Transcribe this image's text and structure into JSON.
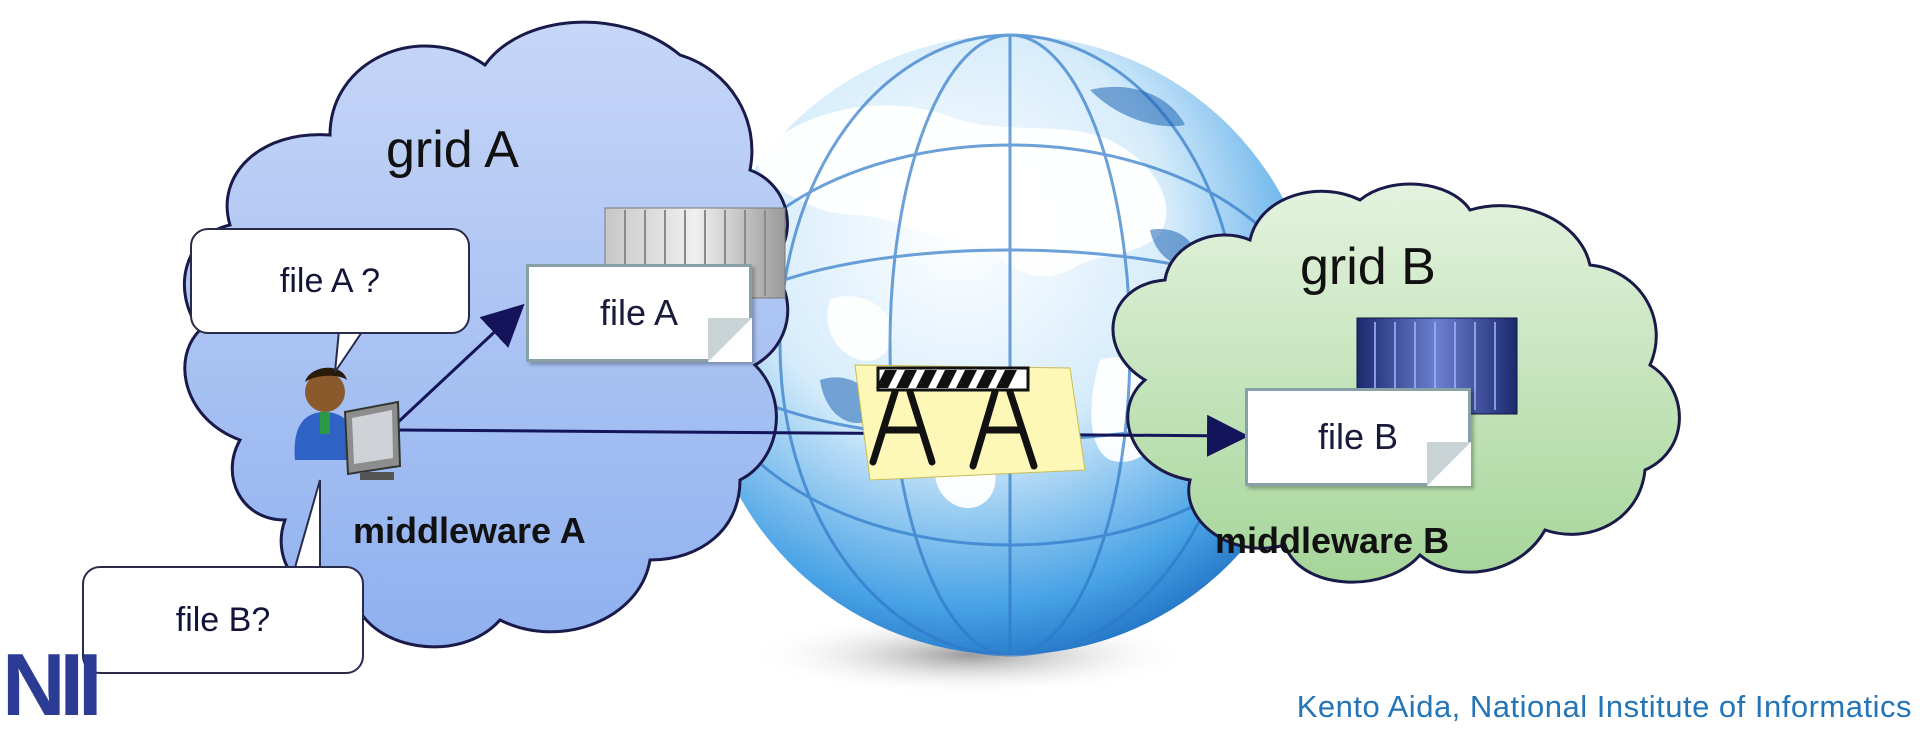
{
  "grid_a": {
    "title": "grid A",
    "middleware": "middleware A",
    "file": "file A"
  },
  "grid_b": {
    "title": "grid B",
    "middleware": "middleware B",
    "file": "file B"
  },
  "bubbles": {
    "query_a": "file A ?",
    "query_b": "file B?"
  },
  "footer": {
    "credit": "Kento Aida, National Institute of Informatics",
    "logo": "NII"
  },
  "colors": {
    "cloud_a": "#a9c0f2",
    "cloud_b": "#bfe2b6",
    "outline": "#1a1a4a",
    "credit": "#2474b8"
  }
}
